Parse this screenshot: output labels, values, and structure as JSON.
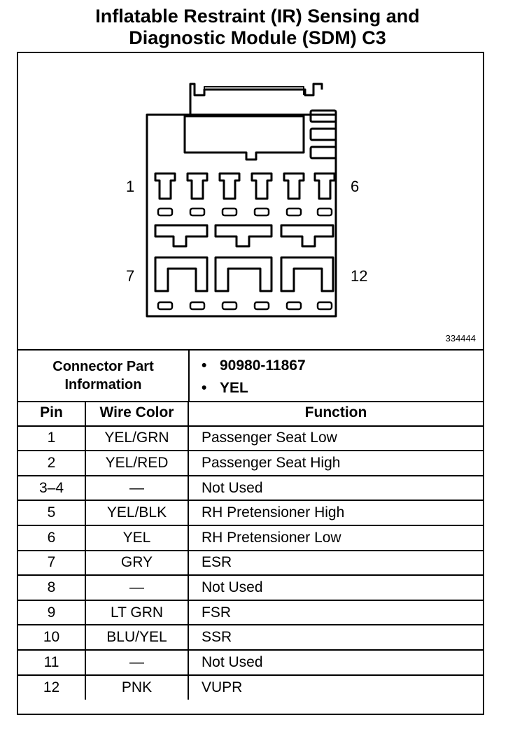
{
  "title": {
    "line1": "Inflatable Restraint (IR) Sensing and",
    "line2": "Diagnostic Module (SDM) C3"
  },
  "diagram": {
    "pin_labels": {
      "top_left": "1",
      "top_right": "6",
      "bottom_left": "7",
      "bottom_right": "12"
    },
    "figure_number": "334444"
  },
  "connector_info": {
    "label_line1": "Connector Part",
    "label_line2": "Information",
    "bullet": "•",
    "items": [
      "90980-11867",
      "YEL"
    ]
  },
  "table": {
    "headers": [
      "Pin",
      "Wire Color",
      "Function"
    ],
    "rows": [
      [
        "1",
        "YEL/GRN",
        "Passenger Seat Low"
      ],
      [
        "2",
        "YEL/RED",
        "Passenger Seat High"
      ],
      [
        "3–4",
        "—",
        "Not Used"
      ],
      [
        "5",
        "YEL/BLK",
        "RH Pretensioner High"
      ],
      [
        "6",
        "YEL",
        "RH Pretensioner Low"
      ],
      [
        "7",
        "GRY",
        "ESR"
      ],
      [
        "8",
        "—",
        "Not Used"
      ],
      [
        "9",
        "LT GRN",
        "FSR"
      ],
      [
        "10",
        "BLU/YEL",
        "SSR"
      ],
      [
        "11",
        "—",
        "Not Used"
      ],
      [
        "12",
        "PNK",
        "VUPR"
      ]
    ]
  }
}
